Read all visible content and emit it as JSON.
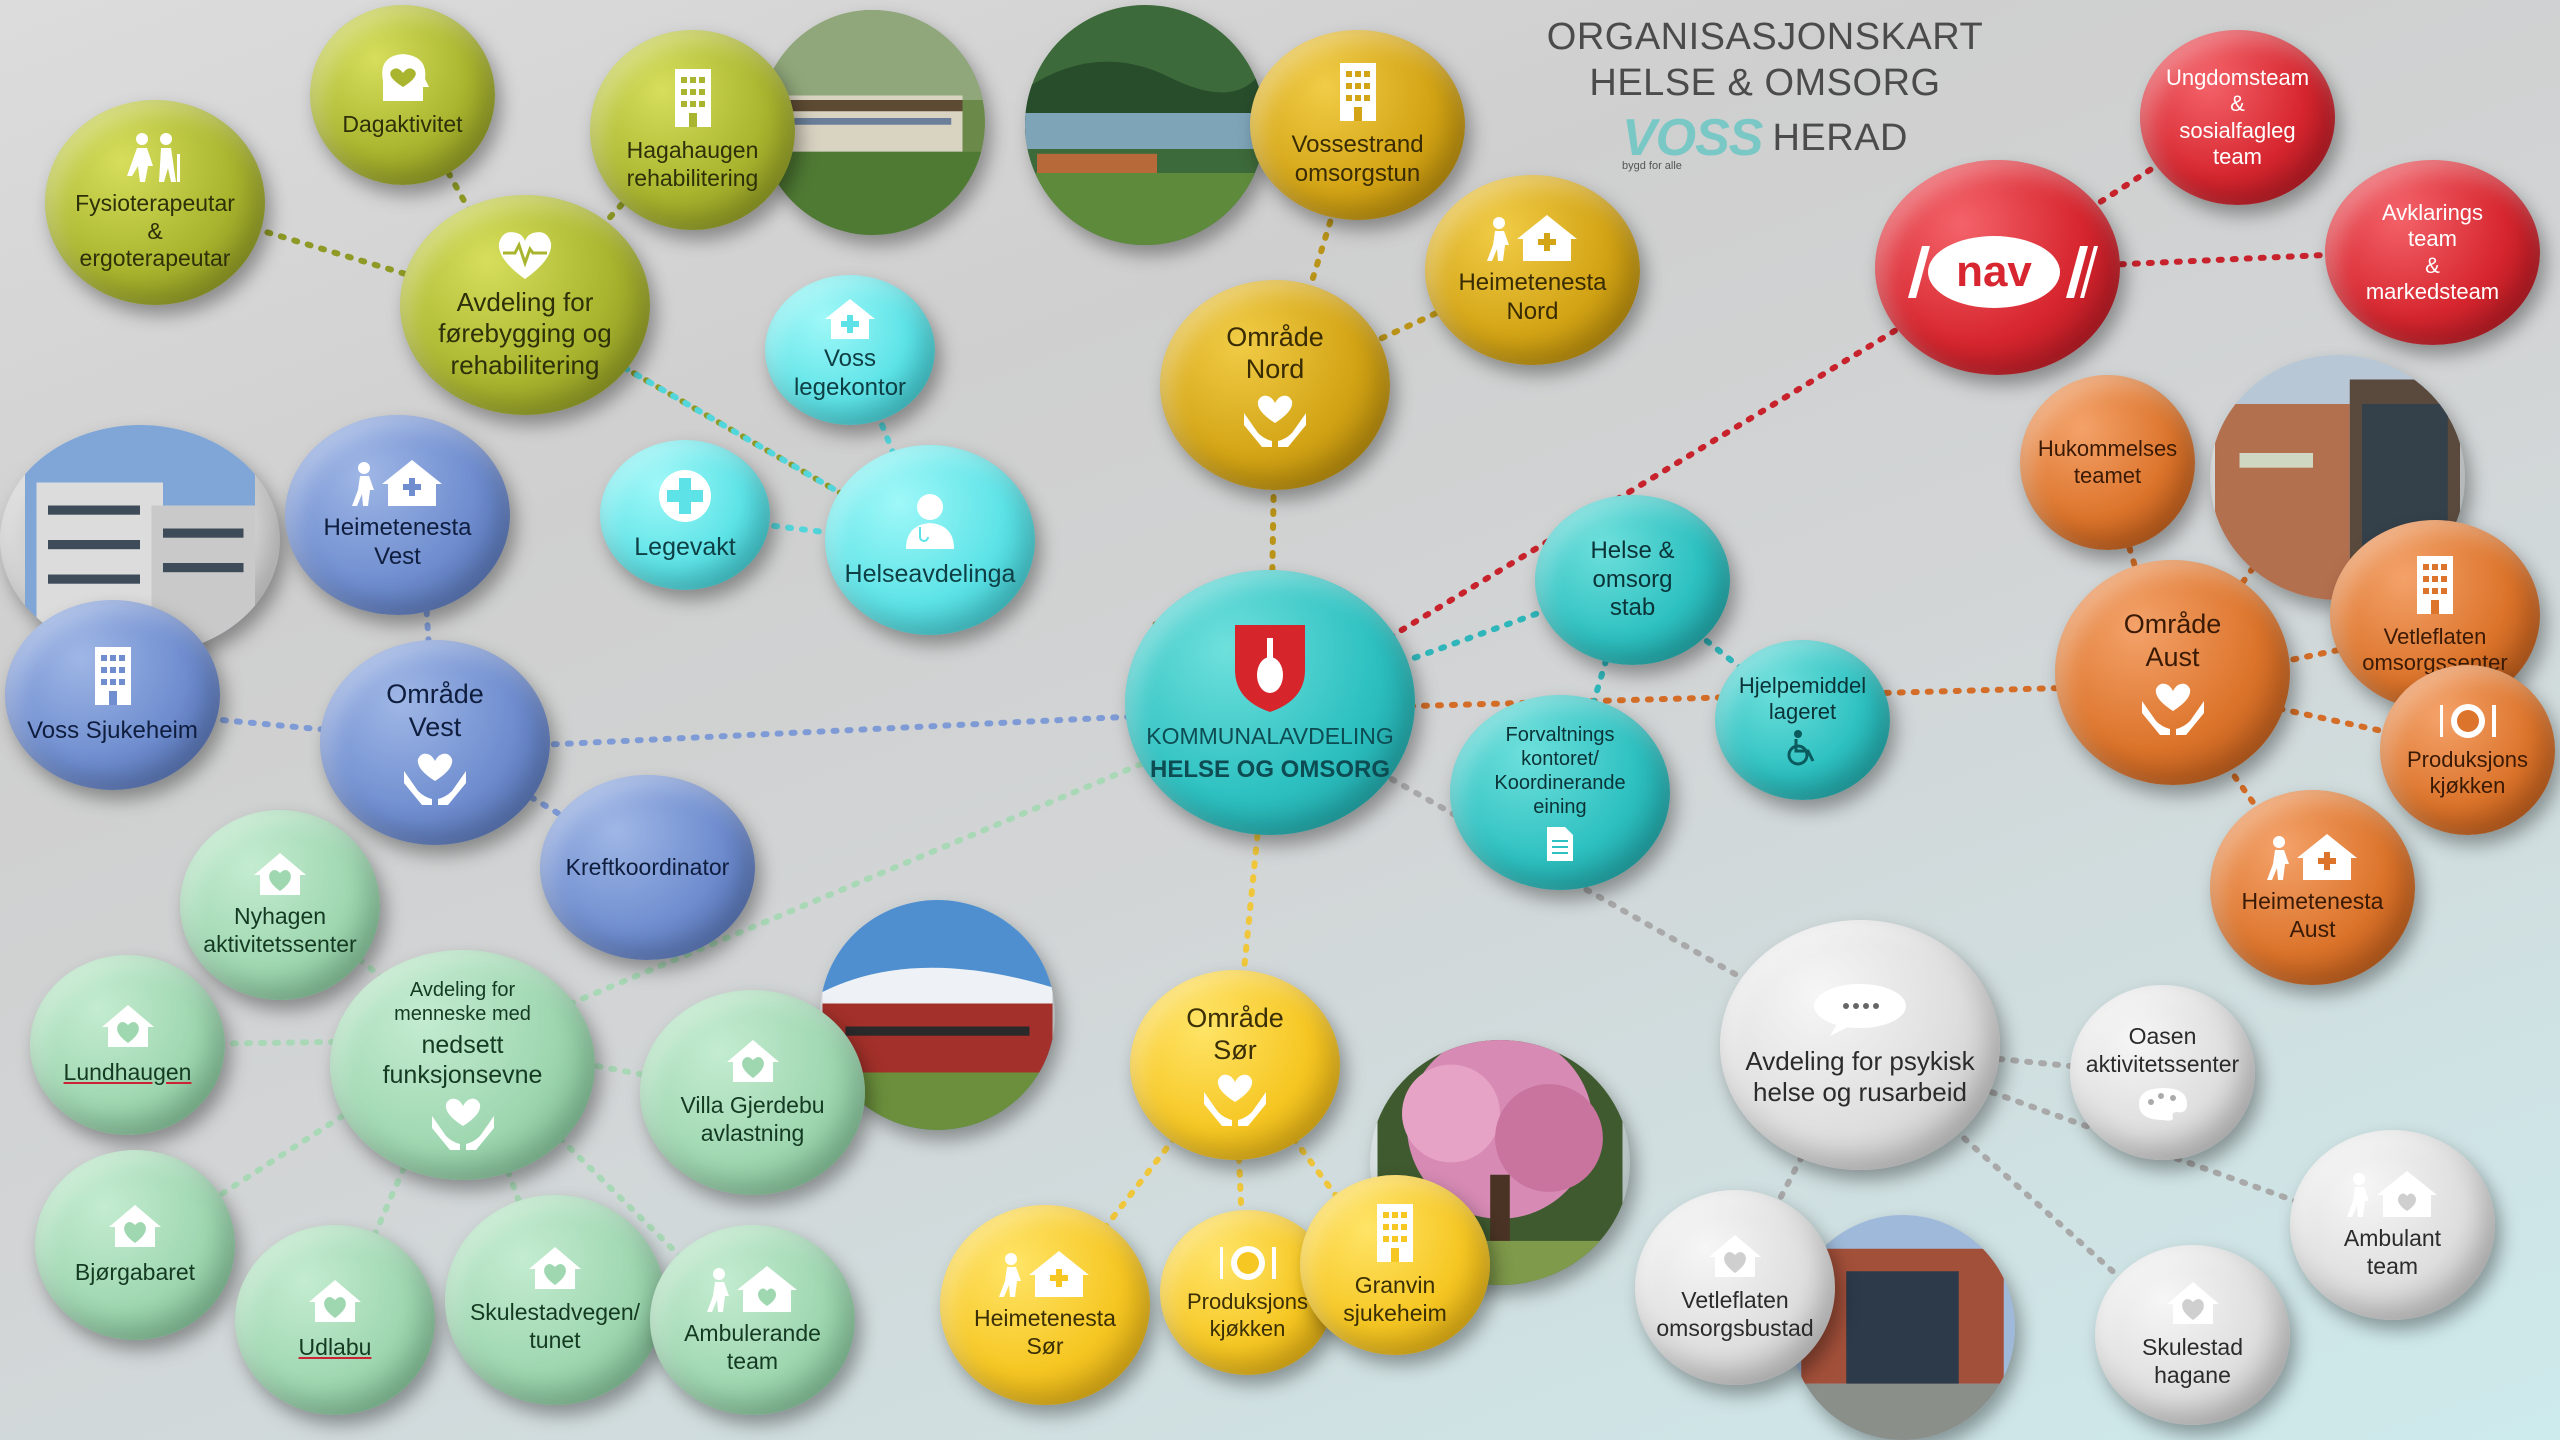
{
  "header": {
    "line1": "ORGANISASJONSKART",
    "line2": "HELSE & OMSORG",
    "logo_text": "VOSS",
    "line3": "HERAD",
    "tagline": "bygd for alle"
  },
  "center": {
    "line1": "KOMMUNALAVDELING",
    "line2": "HELSE OG OMSORG",
    "icon": "coat-of-arms-fiddle-icon"
  },
  "nodes": {
    "fysioterapeutar": {
      "label": "Fysioterapeutar\n&\nergoterapeutar",
      "icon": "walking-people-icon"
    },
    "dagaktivitet": {
      "label": "Dagaktivitet",
      "icon": "head-heart-icon"
    },
    "hagahaugen": {
      "label": "Hagahaugen\nrehabilitering",
      "icon": "building-icon"
    },
    "forebygging": {
      "label": "Avdeling for\nførebygging og\nrehabilitering",
      "icon": "heartbeat-icon"
    },
    "voss_legekontor": {
      "label": "Voss\nlegekontor",
      "icon": "house-cross-icon"
    },
    "legevakt": {
      "label": "Legevakt",
      "icon": "medical-cross-icon"
    },
    "helseavdelinga": {
      "label": "Helseavdelinga",
      "icon": "doctor-icon"
    },
    "vossestrand": {
      "label": "Vossestrand\nomsorgstun",
      "icon": "building-icon"
    },
    "heimetenesta_nord": {
      "label": "Heimetenesta\nNord",
      "icon": "person-house-icon"
    },
    "omrade_nord": {
      "label": "Område\nNord",
      "icon": "heart-hands-icon"
    },
    "nav": {
      "label": "nav",
      "icon": "nav-logo-icon"
    },
    "ungdomsteam": {
      "label": "Ungdomsteam\n&\nsosialfagleg\nteam"
    },
    "avklarings": {
      "label": "Avklarings\nteam\n&\nmarkedsteam"
    },
    "heimetenesta_vest": {
      "label": "Heimetenesta\nVest",
      "icon": "person-house-icon"
    },
    "voss_sjukeheim": {
      "label": "Voss Sjukeheim",
      "icon": "building-icon"
    },
    "omrade_vest": {
      "label": "Område\nVest",
      "icon": "heart-hands-icon"
    },
    "kreftkoordinator": {
      "label": "Kreftkoordinator"
    },
    "helse_stab": {
      "label": "Helse & omsorg\nstab"
    },
    "forvaltning": {
      "label": "Forvaltnings\nkontoret/\nKoordinerande\neining",
      "icon": "document-icon"
    },
    "hjelpemiddel": {
      "label": "Hjelpemiddel\nlageret",
      "icon": "wheelchair-icon"
    },
    "hukommelses": {
      "label": "Hukommelses\nteamet"
    },
    "omrade_aust": {
      "label": "Område\nAust",
      "icon": "heart-hands-icon"
    },
    "vetleflaten_omsorgssenter": {
      "label": "Vetleflaten\nomsorgssenter",
      "icon": "building-icon"
    },
    "produksjon_aust": {
      "label": "Produksjons\nkjøkken",
      "icon": "plate-cutlery-icon"
    },
    "heimetenesta_aust": {
      "label": "Heimetenesta\nAust",
      "icon": "person-house-icon"
    },
    "nyhagen": {
      "label": "Nyhagen\naktivitetssenter",
      "icon": "house-heart-icon"
    },
    "lundhaugen": {
      "label": "Lundhaugen",
      "icon": "house-heart-icon"
    },
    "nedsett": {
      "label": "Avdeling for\nmenneske med",
      "label2": "nedsett\nfunksjonsevne",
      "icon": "heart-hands-icon"
    },
    "villa": {
      "label": "Villa Gjerdebu\navlastning",
      "icon": "house-heart-icon"
    },
    "bjorgabaret": {
      "label": "Bjørgabaret",
      "icon": "house-heart-icon"
    },
    "udlabu": {
      "label": "Udlabu",
      "icon": "house-heart-icon"
    },
    "skulestadvegen": {
      "label": "Skulestadvegen/\ntunet",
      "icon": "house-heart-icon"
    },
    "ambulerande": {
      "label": "Ambulerande\nteam",
      "icon": "person-house-icon"
    },
    "omrade_sor": {
      "label": "Område\nSør",
      "icon": "heart-hands-icon"
    },
    "heimetenesta_sor": {
      "label": "Heimetenesta\nSør",
      "icon": "person-house-icon"
    },
    "produksjon_sor": {
      "label": "Produksjons\nkjøkken",
      "icon": "plate-cutlery-icon"
    },
    "granvin": {
      "label": "Granvin\nsjukeheim",
      "icon": "building-icon"
    },
    "psykisk": {
      "label": "Avdeling for psykisk\nhelse og rusarbeid",
      "icon": "speech-bubble-icon"
    },
    "oasen": {
      "label": "Oasen\naktivitetssenter",
      "icon": "palette-icon"
    },
    "vetleflaten_omsorgsbustad": {
      "label": "Vetleflaten\nomsorgsbustad",
      "icon": "house-heart-icon"
    },
    "skulestad_hagane": {
      "label": "Skulestad\nhagane",
      "icon": "house-heart-icon"
    },
    "ambulant": {
      "label": "Ambulant\nteam",
      "icon": "person-house-icon"
    }
  },
  "photos": [
    "photo-hagahaugen",
    "photo-vossestrand",
    "photo-voss-sjukeheim",
    "photo-vetleflaten",
    "photo-villa-gjerdebu",
    "photo-granvin-tree",
    "photo-vetleflaten-bustad"
  ],
  "colors": {
    "olive": "#a9b52e",
    "gold": "#d3a415",
    "yellow": "#f6c723",
    "cyan": "#5de3e7",
    "teal": "#2ec1c1",
    "blue": "#6f8dcf",
    "green": "#9fd7b1",
    "red": "#d7262f",
    "orange": "#dc742b",
    "grey": "#dedede"
  }
}
